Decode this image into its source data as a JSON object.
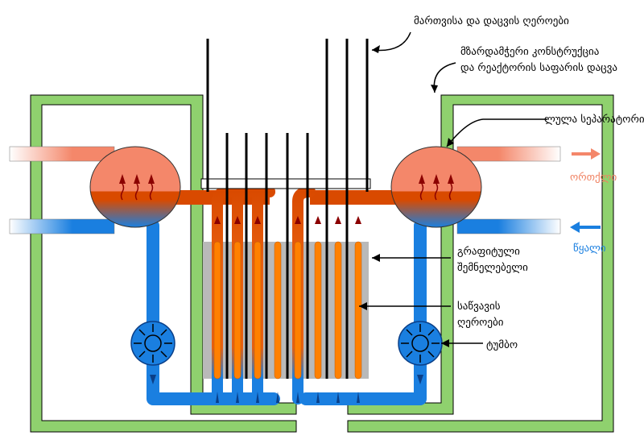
{
  "labels": {
    "control_rods": "მართვისა და დაცვის ღეროები",
    "containment_line1": "მზარდამჭერი კონსტრუქცია",
    "containment_line2": "და რეაქტორის საფარის დაცვა",
    "steam_separator": "ლულა სეპარატორი",
    "steam": "ორთქლი",
    "water": "წყალი",
    "graphite_line1": "გრაფიტული",
    "graphite_line2": "შემნელებელი",
    "fuel_line1": "საწვავის",
    "fuel_line2": "ღეროები",
    "pump": "ტუმბო"
  },
  "colors": {
    "containment": "#8fd16e",
    "steam": "#f4876a",
    "steam_dark": "#d94a00",
    "water": "#1a7fe0",
    "fuel": "#ff8000",
    "graphite": "#b9b9b9",
    "arrow": "#8b0000"
  }
}
